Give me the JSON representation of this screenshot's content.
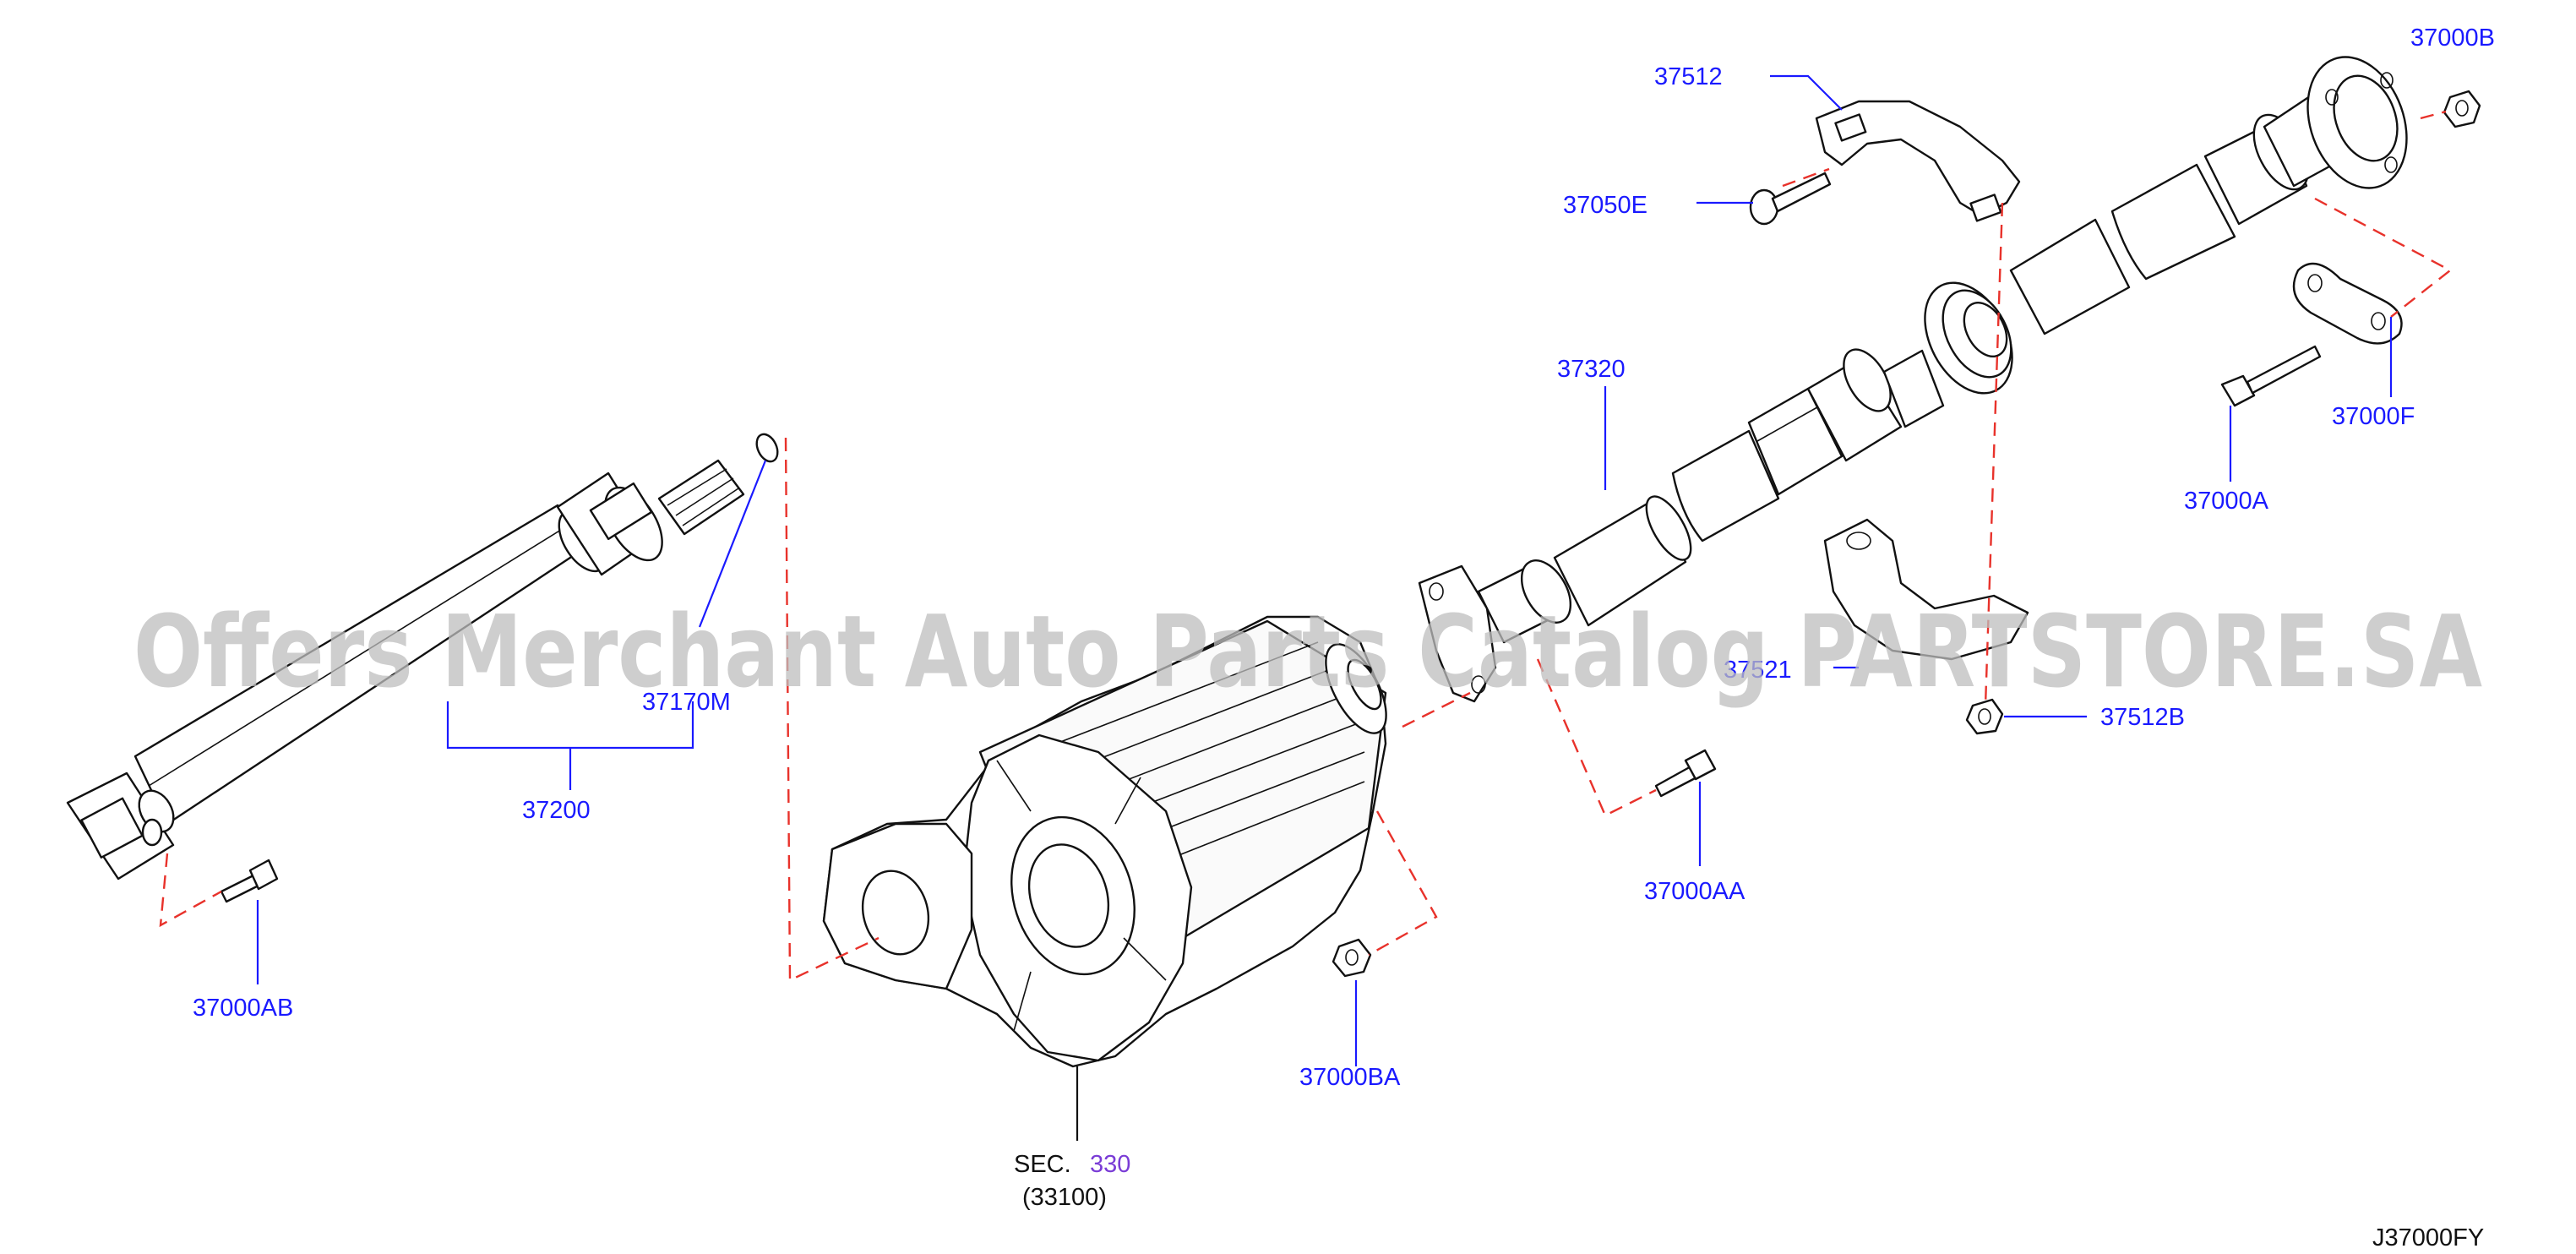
{
  "diagram_id": "J37000FY",
  "watermark": "Offers Merchant Auto Parts Catalog PARTSTORE.SA",
  "labels": {
    "p37512": "37512",
    "p37000B": "37000B",
    "p37050E": "37050E",
    "p37320": "37320",
    "p37000F": "37000F",
    "p37000A": "37000A",
    "p37170M": "37170M",
    "p37200": "37200",
    "p37000AB": "37000AB",
    "p37521": "37521",
    "p37512B": "37512B",
    "p37000AA": "37000AA",
    "p37000BA": "37000BA",
    "sec_prefix": "SEC.",
    "sec_number": "330",
    "sec_sub": "(33100)"
  },
  "colors": {
    "label": "#1a1aff",
    "section_link": "#7a3cd6",
    "dashed_guide": "#e8322b",
    "line_art": "#111111",
    "watermark": "#bdbdbd"
  }
}
